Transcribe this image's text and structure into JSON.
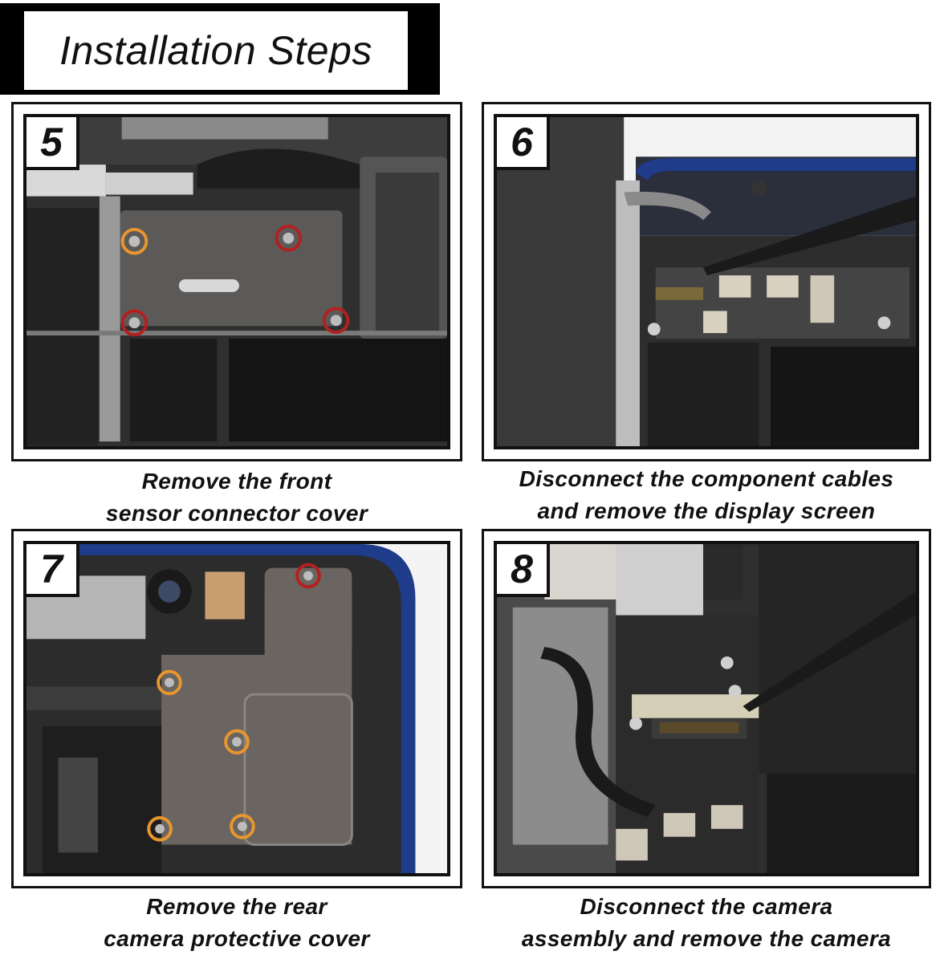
{
  "header": {
    "title": "Installation Steps"
  },
  "steps": [
    {
      "number": "5",
      "caption_line1": "Remove the front",
      "caption_line2": "sensor connector cover"
    },
    {
      "number": "6",
      "caption_line1": "Disconnect the component cables",
      "caption_line2": "and remove the display screen"
    },
    {
      "number": "7",
      "caption_line1": "Remove the rear",
      "caption_line2": "camera protective cover"
    },
    {
      "number": "8",
      "caption_line1": "Disconnect the camera",
      "caption_line2": "assembly and remove the camera"
    }
  ],
  "colors": {
    "screw_orange": "#e8962e",
    "screw_red": "#b3201f",
    "frame_blue": "#1f3c8a",
    "board_dark": "#2b2b2b",
    "shield_gray": "#6a6560"
  }
}
